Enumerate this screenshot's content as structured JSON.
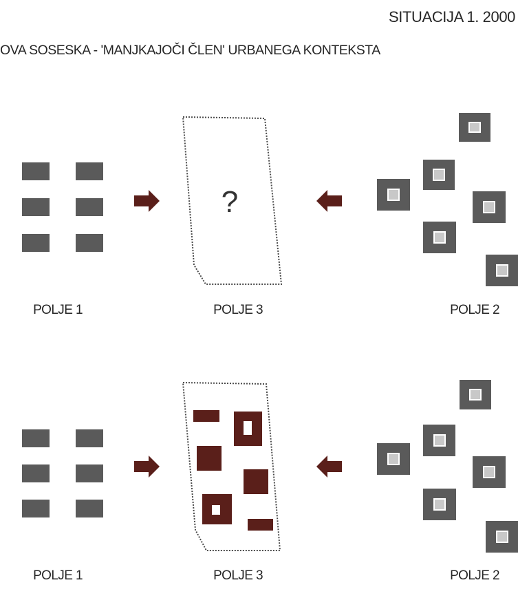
{
  "header": {
    "situation": "SITUACIJA 1. 2000",
    "subtitle": "OVA SOSESKA - 'MANJKAJOČI ČLEN' URBANEGA KONTEKSTA"
  },
  "panels": [
    {
      "field1_label": "POLJE 1",
      "field3_label": "POLJE 3",
      "field2_label": "POLJE 2",
      "field3_symbol": "?"
    },
    {
      "field1_label": "POLJE 1",
      "field3_label": "POLJE 3",
      "field2_label": "POLJE 2"
    }
  ],
  "colors": {
    "grey_block": "#5a5a5a",
    "grey_block_inner": "#c8c8c8",
    "brown": "#5a1f1a",
    "text": "#262626",
    "outline": "#4a4a4a"
  }
}
